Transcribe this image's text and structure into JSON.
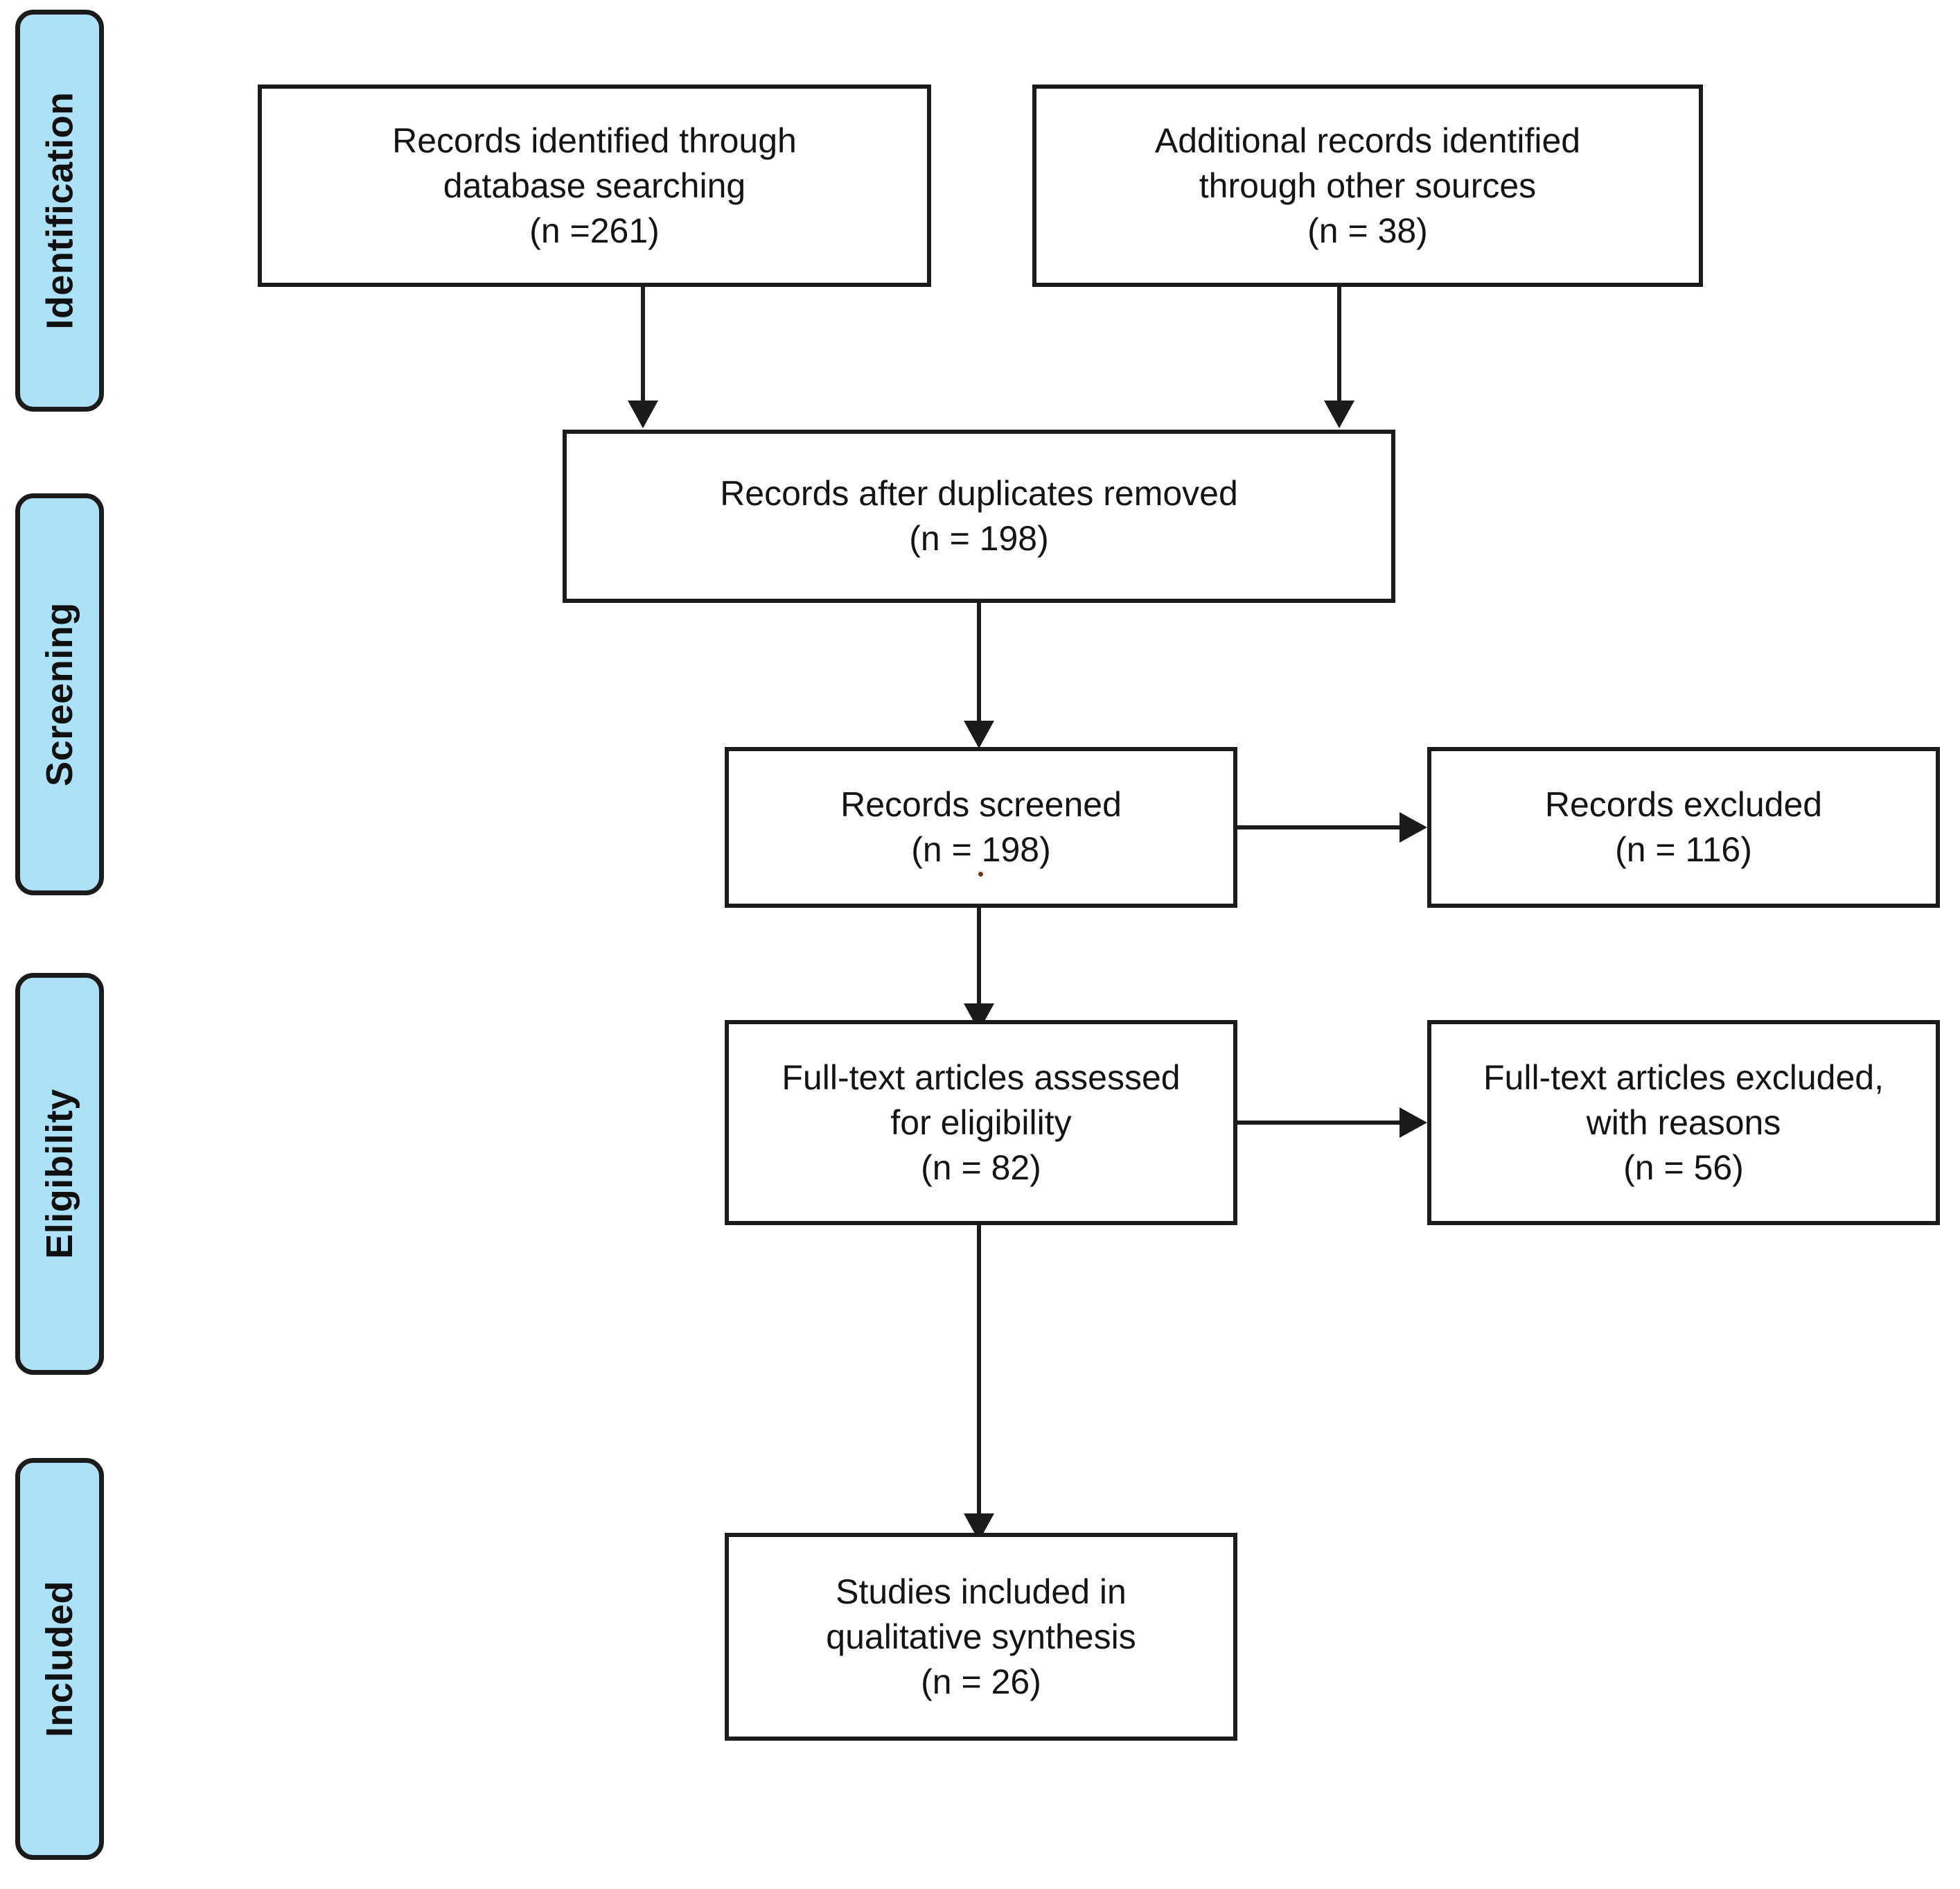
{
  "diagram": {
    "type": "PRISMA flow diagram",
    "accent_color": "#ADE1F7",
    "border_color": "#1b1b1b",
    "background_color": "#ffffff",
    "stages": [
      {
        "id": "identification",
        "label": "Identification"
      },
      {
        "id": "screening",
        "label": "Screening"
      },
      {
        "id": "eligibility",
        "label": "Eligibility"
      },
      {
        "id": "included",
        "label": "Included"
      }
    ],
    "boxes": [
      {
        "id": "records-identified-database",
        "text": "Records identified through\ndatabase searching\n(n =261)",
        "n": 261
      },
      {
        "id": "additional-records-other-sources",
        "text": "Additional records identified\nthrough other sources\n(n = 38)",
        "n": 38
      },
      {
        "id": "records-after-duplicates-removed",
        "text": "Records after duplicates removed\n(n = 198)",
        "n": 198
      },
      {
        "id": "records-screened",
        "text": "Records screened\n(n = 198)",
        "n": 198
      },
      {
        "id": "records-excluded",
        "text": "Records excluded\n(n = 116)",
        "n": 116
      },
      {
        "id": "full-text-assessed",
        "text": "Full-text articles assessed\nfor eligibility\n(n = 82)",
        "n": 82
      },
      {
        "id": "full-text-excluded",
        "text": "Full-text articles excluded,\nwith reasons\n(n = 56)",
        "n": 56
      },
      {
        "id": "studies-included",
        "text": "Studies included in\nqualitative synthesis\n(n = 26)",
        "n": 26
      }
    ],
    "connections": [
      {
        "from": "records-identified-database",
        "to": "records-after-duplicates-removed",
        "direction": "down"
      },
      {
        "from": "additional-records-other-sources",
        "to": "records-after-duplicates-removed",
        "direction": "down"
      },
      {
        "from": "records-after-duplicates-removed",
        "to": "records-screened",
        "direction": "down"
      },
      {
        "from": "records-screened",
        "to": "records-excluded",
        "direction": "right"
      },
      {
        "from": "records-screened",
        "to": "full-text-assessed",
        "direction": "down"
      },
      {
        "from": "full-text-assessed",
        "to": "full-text-excluded",
        "direction": "right"
      },
      {
        "from": "full-text-assessed",
        "to": "studies-included",
        "direction": "down"
      }
    ]
  }
}
